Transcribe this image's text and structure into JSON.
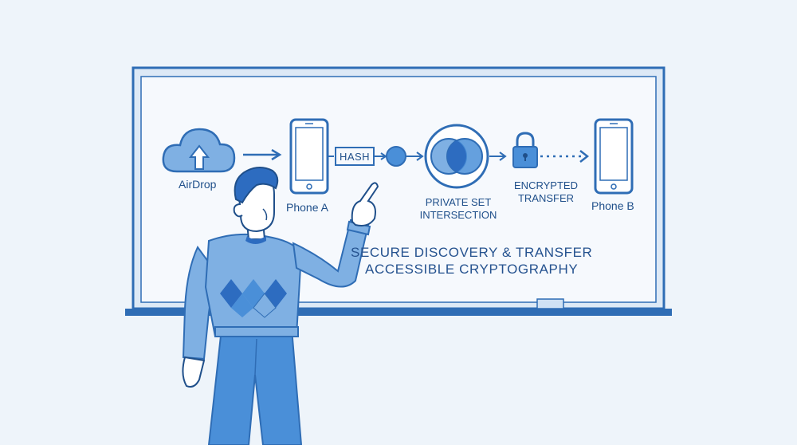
{
  "diagram": {
    "source_label": "AirDrop",
    "phone_a_label": "Phone A",
    "hash_label": "HASH",
    "psi_label_line1": "PRIVATE SET",
    "psi_label_line2": "INTERSECTION",
    "encrypted_line1": "ENCRYPTED",
    "encrypted_line2": "TRANSFER",
    "phone_b_label": "Phone B",
    "title_line1": "SECURE DISCOVERY & TRANSFER",
    "title_line2": "ACCESSIBLE CRYPTOGRAPHY"
  },
  "colors": {
    "background": "#eef4fa",
    "stroke": "#2f6db5",
    "fill_light": "#7fb0e3",
    "fill_mid": "#4a8fd8",
    "fill_dark": "#2d6cc0",
    "text": "#1f4f8a"
  }
}
